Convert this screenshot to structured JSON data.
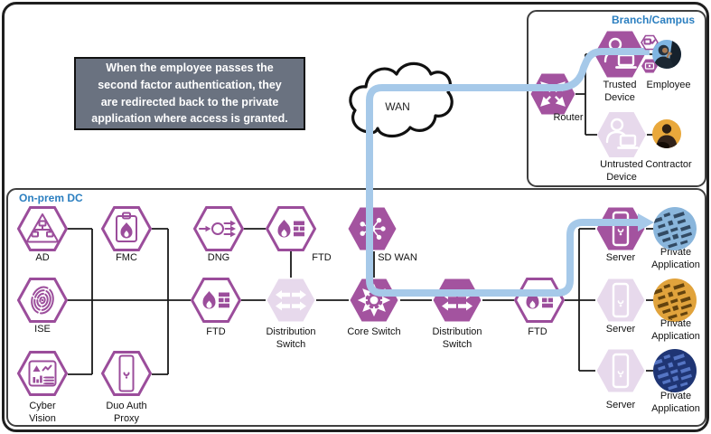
{
  "titles": {
    "branch": "Branch/Campus",
    "onprem": "On-prem DC"
  },
  "callout": {
    "lines": [
      "When the employee passes the",
      "second factor authentication, they",
      "are redirected back to the private",
      "application where access is granted."
    ]
  },
  "wan": {
    "label": "WAN"
  },
  "branch": {
    "router": "Router",
    "trusted_device": "Trusted Device",
    "employee": "Employee",
    "untrusted_device": "Untrusted Device",
    "contractor": "Contractor"
  },
  "dc": {
    "ad": "AD",
    "fmc": "FMC",
    "dng": "DNG",
    "ftd1": "FTD",
    "sdwan": "SD WAN",
    "ise": "ISE",
    "ftd2": "FTD",
    "dist1": "Distribution Switch",
    "core": "Core Switch",
    "dist2": "Distribution Switch",
    "ftd3": "FTD",
    "server1": "Server",
    "server2": "Server",
    "server3": "Server",
    "app1": "Private Application",
    "app2": "Private Application",
    "app3": "Private Application",
    "cyber": "Cyber Vision",
    "duo": "Duo Auth Proxy"
  },
  "colors": {
    "purple": "#a3539f",
    "purple_dark": "#9b4d9b",
    "purple_light": "#e7d9ec",
    "path_blue": "#a6c9e9",
    "title_blue": "#2b7fc0",
    "callout_bg": "#6a7280"
  }
}
